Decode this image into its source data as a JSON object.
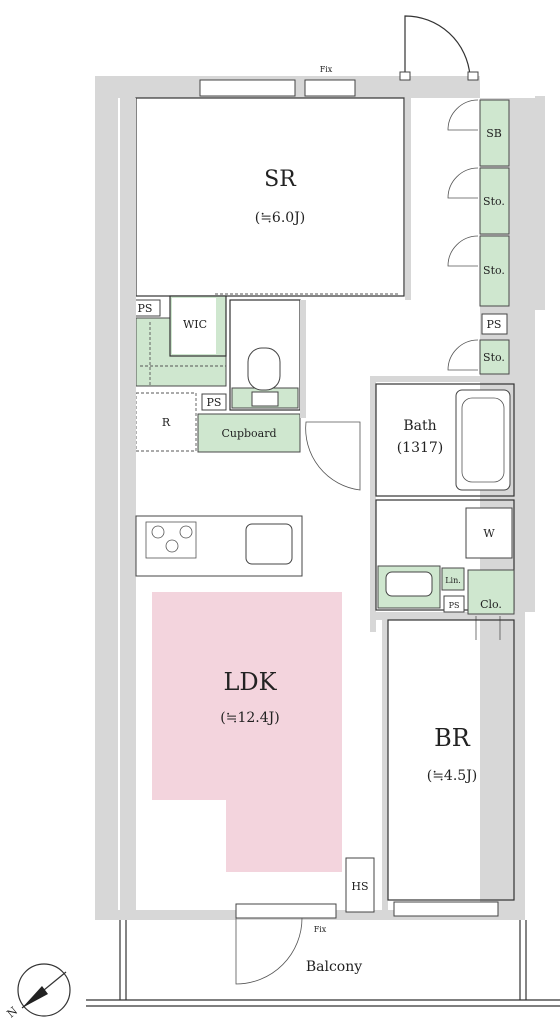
{
  "rooms": {
    "sr": {
      "name": "SR",
      "area": "(≒6.0J)"
    },
    "ldk": {
      "name": "LDK",
      "area": "(≒12.4J)"
    },
    "br": {
      "name": "BR",
      "area": "(≒4.5J)"
    },
    "bath": {
      "name": "Bath",
      "size": "(1317)"
    }
  },
  "labels": {
    "fix_top": "Fix",
    "fix_bottom": "Fix",
    "sb": "SB",
    "sto1": "Sto.",
    "sto2": "Sto.",
    "sto3": "Sto.",
    "ps_right": "PS",
    "ps_left": "PS",
    "ps_toilet": "PS",
    "ps_wash": "PS",
    "wic": "WIC",
    "r": "R",
    "cupboard": "Cupboard",
    "w": "W",
    "lin": "Lin.",
    "clo": "Clo.",
    "hs": "HS",
    "balcony": "Balcony",
    "north": "N"
  },
  "colors": {
    "wall": "#d7d7d7",
    "storage_green": "#cfe7cf",
    "ldk_pink": "#f3d4dd"
  }
}
